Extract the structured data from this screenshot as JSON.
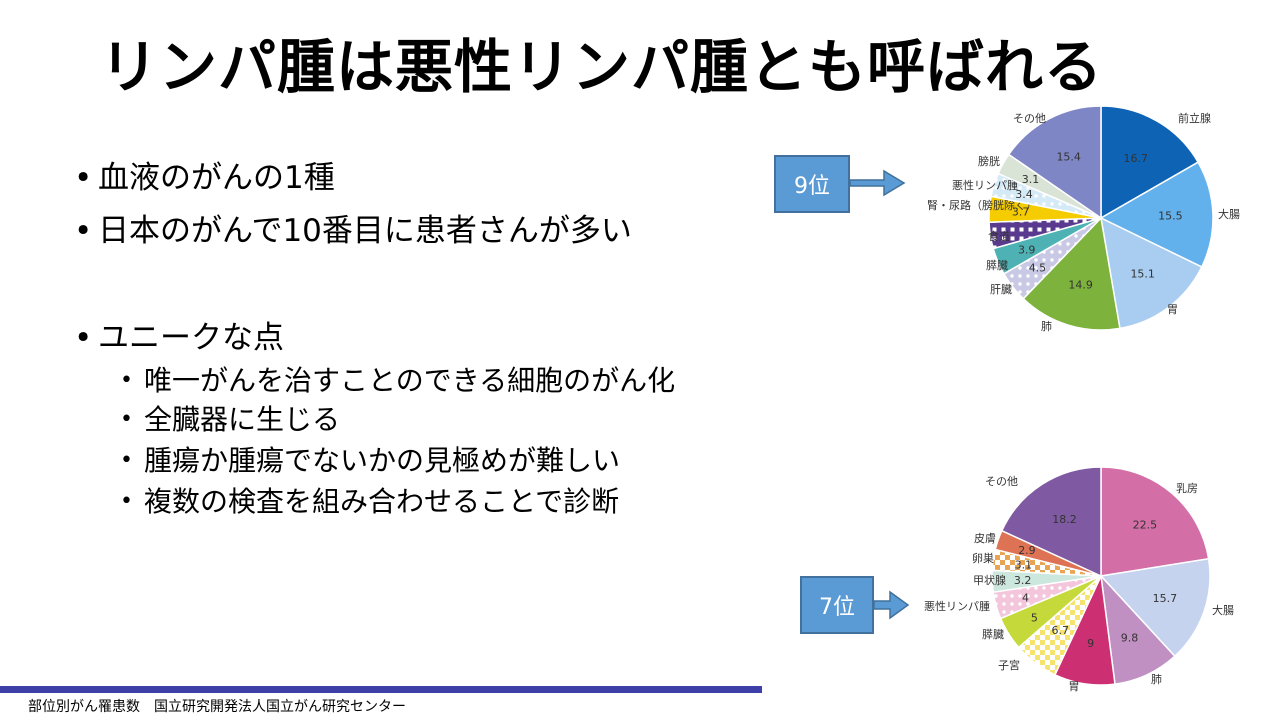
{
  "title": "リンパ腫は悪性リンパ腫とも呼ばれる",
  "bullets": [
    "血液のがんの1種",
    "日本のがんで10番目に患者さんが多い",
    "ユニークな点"
  ],
  "sub_bullets": [
    "唯一がんを治すことのできる細胞のがん化",
    "全臓器に生じる",
    "腫瘍か腫瘍でないかの見極めが難しい",
    "複数の検査を組み合わせることで診断"
  ],
  "bullet_glyph": "•",
  "footer": "部位別がん罹患数　国立研究開発法人国立がん研究センター",
  "ranks": {
    "male": "9位",
    "female": "7位"
  },
  "chart_data": [
    {
      "type": "pie",
      "categories": [
        "前立腺",
        "大腸",
        "胃",
        "肺",
        "肝臓",
        "膵臓",
        "食道",
        "腎・尿路（膀胱除く）",
        "悪性リンパ腫",
        "膀胱",
        "その他"
      ],
      "values": [
        16.7,
        15.5,
        15.1,
        14.9,
        4.5,
        3.9,
        3.8,
        3.7,
        3.4,
        3.1,
        15.4
      ],
      "colors": [
        "#0f63b4",
        "#62b1ec",
        "#a9cdf0",
        "#7db23c",
        "#c9c9e6",
        "#4eb2b4",
        "#5a3a8e",
        "#f5cc00",
        "#d5eaf7",
        "#d9e3d6",
        "#7f86c6"
      ],
      "patterns": [
        "solid",
        "solid",
        "solid",
        "solid",
        "dots",
        "solid",
        "squares",
        "solid",
        "dots",
        "solid",
        "solid"
      ],
      "value_labels": [
        "16.7",
        "15.5",
        "15.1",
        "14.9",
        "4.5",
        "3.9",
        "",
        "3.7",
        "3.4",
        "3.1",
        "15.4"
      ]
    },
    {
      "type": "pie",
      "categories": [
        "乳房",
        "大腸",
        "肺",
        "胃",
        "子宮",
        "膵臓",
        "悪性リンパ腫",
        "甲状腺",
        "卵巣",
        "皮膚",
        "その他"
      ],
      "values": [
        22.5,
        15.7,
        9.8,
        9,
        6.7,
        5,
        4,
        3.2,
        3.1,
        2.9,
        18.2
      ],
      "colors": [
        "#d36ea6",
        "#c5d3ef",
        "#c090c2",
        "#cc2f72",
        "#f5e36d",
        "#c6d93a",
        "#f3c6dc",
        "#cce8de",
        "#e8a450",
        "#dd7254",
        "#7f5aa3"
      ],
      "patterns": [
        "solid",
        "solid",
        "solid",
        "solid",
        "checks",
        "solid",
        "dots",
        "solid",
        "checks",
        "solid",
        "solid"
      ],
      "value_labels": [
        "22.5",
        "15.7",
        "9.8",
        "9",
        "6.7",
        "5",
        "4",
        "3.2",
        "3.1",
        "2.9",
        "18.2"
      ]
    }
  ]
}
